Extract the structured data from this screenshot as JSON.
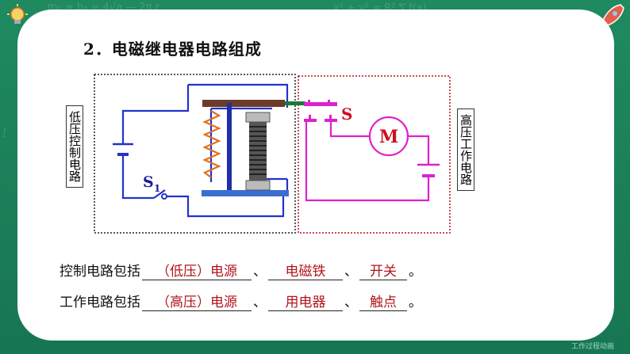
{
  "title": "2．电磁继电器电路组成",
  "labels": {
    "low_voltage": "低压控制电路",
    "high_voltage": "高压工作电路",
    "switch_s": "S",
    "switch_s1": "S",
    "switch_s1_sub": "1",
    "motor": "M"
  },
  "fill_lines": [
    {
      "prefix": "控制电路包括",
      "blanks": [
        "（低压）电源",
        "电磁铁",
        "开关"
      ],
      "sep": "、",
      "end": "。"
    },
    {
      "prefix": "工作电路包括",
      "blanks": [
        "（高压）电源",
        "用电器",
        "触点"
      ],
      "sep": "、",
      "end": "。"
    }
  ],
  "footer": "工作过程动画",
  "colors": {
    "board": "#1e7f5c",
    "low_wire": "#2233cc",
    "high_wire": "#dd22cc",
    "answer": "#b0141c"
  }
}
